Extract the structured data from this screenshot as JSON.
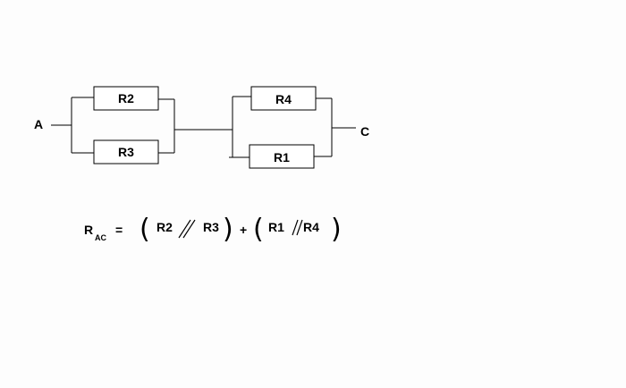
{
  "nodes": {
    "a": "A",
    "c": "C"
  },
  "resistors": {
    "r2": "R2",
    "r3": "R3",
    "r4": "R4",
    "r1": "R1"
  },
  "equation": {
    "r": "R",
    "sub": "AC",
    "equals": "=",
    "open1": "(",
    "t1": "R2",
    "t2": "R3",
    "close1": ")",
    "plus": "+",
    "open2": "(",
    "t3": "R1",
    "t4": "R4",
    "close2": ")"
  }
}
